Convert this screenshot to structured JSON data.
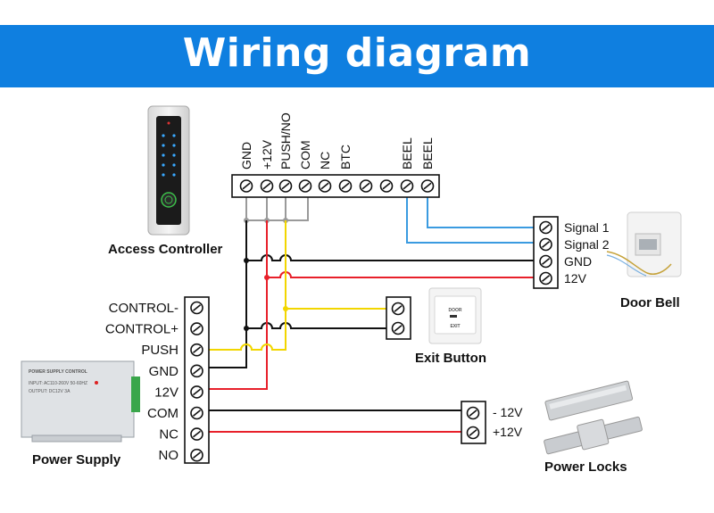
{
  "title": "Wiring diagram",
  "colors": {
    "banner": "#0f7fe0",
    "black_wire": "#111111",
    "red_wire": "#e8202a",
    "yellow_wire": "#f2d600",
    "blue_wire": "#3a9be0",
    "gray_wire": "#9a9a9a"
  },
  "controller": {
    "label": "Access Controller",
    "terminals": [
      "GND",
      "+12V",
      "PUSH/NO",
      "COM",
      "NC",
      "BTC",
      "",
      "",
      "BEEL",
      "BEEL"
    ]
  },
  "power_supply": {
    "label": "Power Supply",
    "device_title": "POWER SUPPLY CONTROL",
    "device_lines": [
      "INPUT: AC110-260V 50-60HZ",
      "OUTPUT: DC12V 3A"
    ],
    "terminals": [
      "CONTROL-",
      "CONTROL+",
      "PUSH",
      "GND",
      "12V",
      "COM",
      "NC",
      "NO"
    ]
  },
  "door_bell": {
    "label": "Door Bell",
    "terminals": [
      "Signal 1",
      "Signal 2",
      "GND",
      "12V"
    ]
  },
  "exit_button": {
    "label": "Exit Button",
    "face_lines": [
      "DOOR",
      "EXIT"
    ]
  },
  "power_locks": {
    "label": "Power Locks",
    "terminals": [
      "- 12V",
      "+12V"
    ]
  }
}
